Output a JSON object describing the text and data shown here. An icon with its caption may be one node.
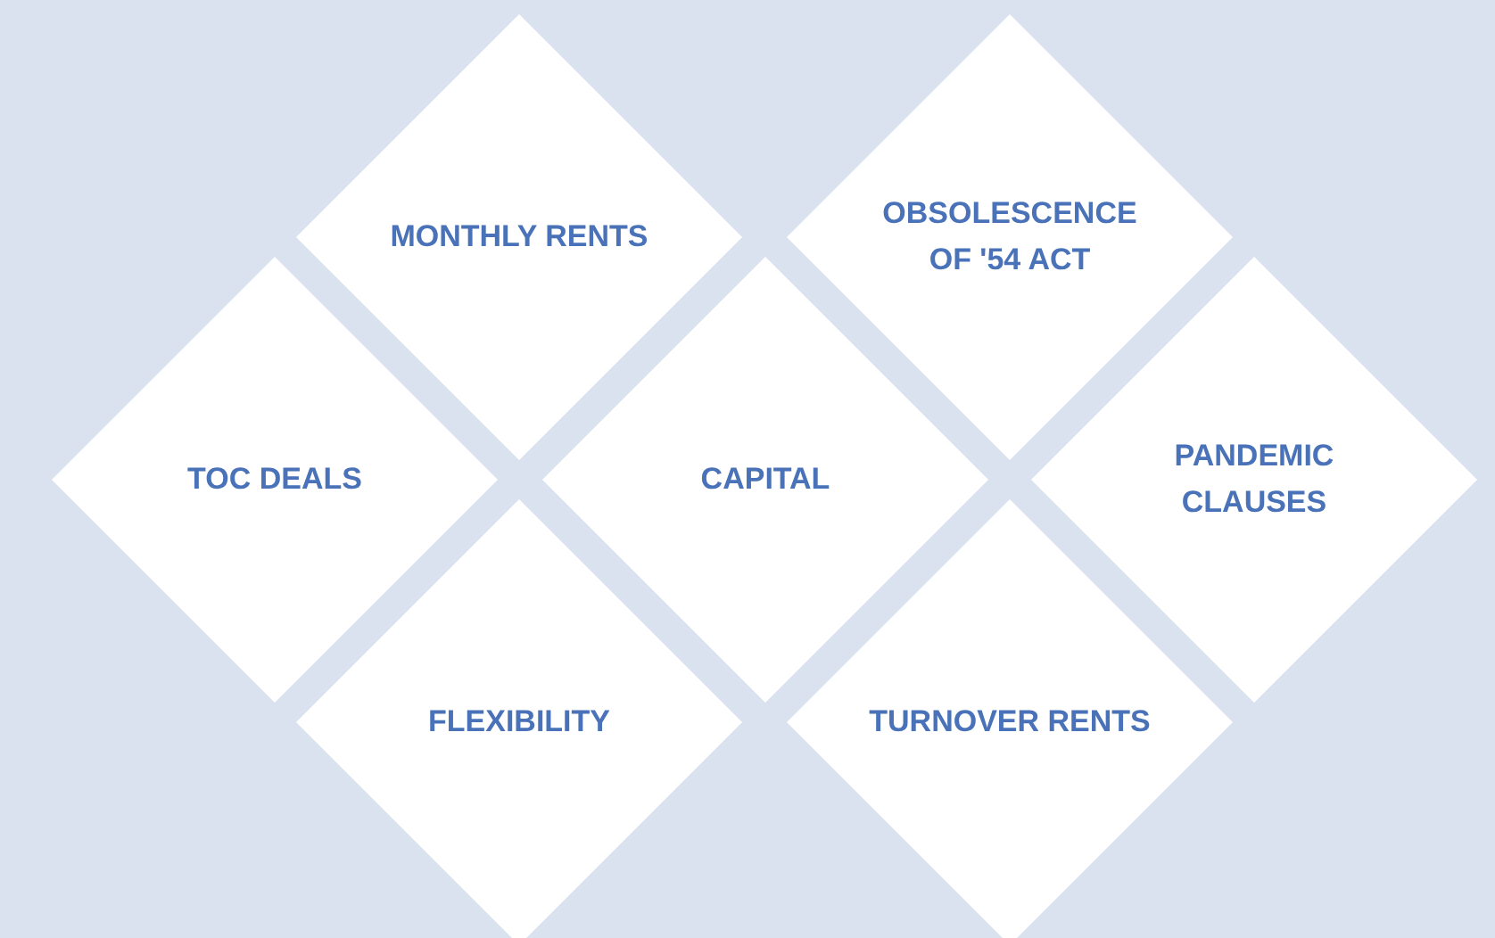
{
  "diagram": {
    "nodes": [
      {
        "text": [
          "MONTHLY RENTS"
        ]
      },
      {
        "text": [
          "OBSOLESCENCE OF '54 ACT"
        ]
      },
      {
        "text": [
          "TOC DEALS"
        ]
      },
      {
        "text": [
          "CAPITAL"
        ]
      },
      {
        "text": [
          "PANDEMIC CLAUSES"
        ]
      },
      {
        "text": [
          "FLEXIBILITY"
        ]
      },
      {
        "text": [
          "TURNOVER RENTS"
        ]
      }
    ],
    "edges": []
  }
}
